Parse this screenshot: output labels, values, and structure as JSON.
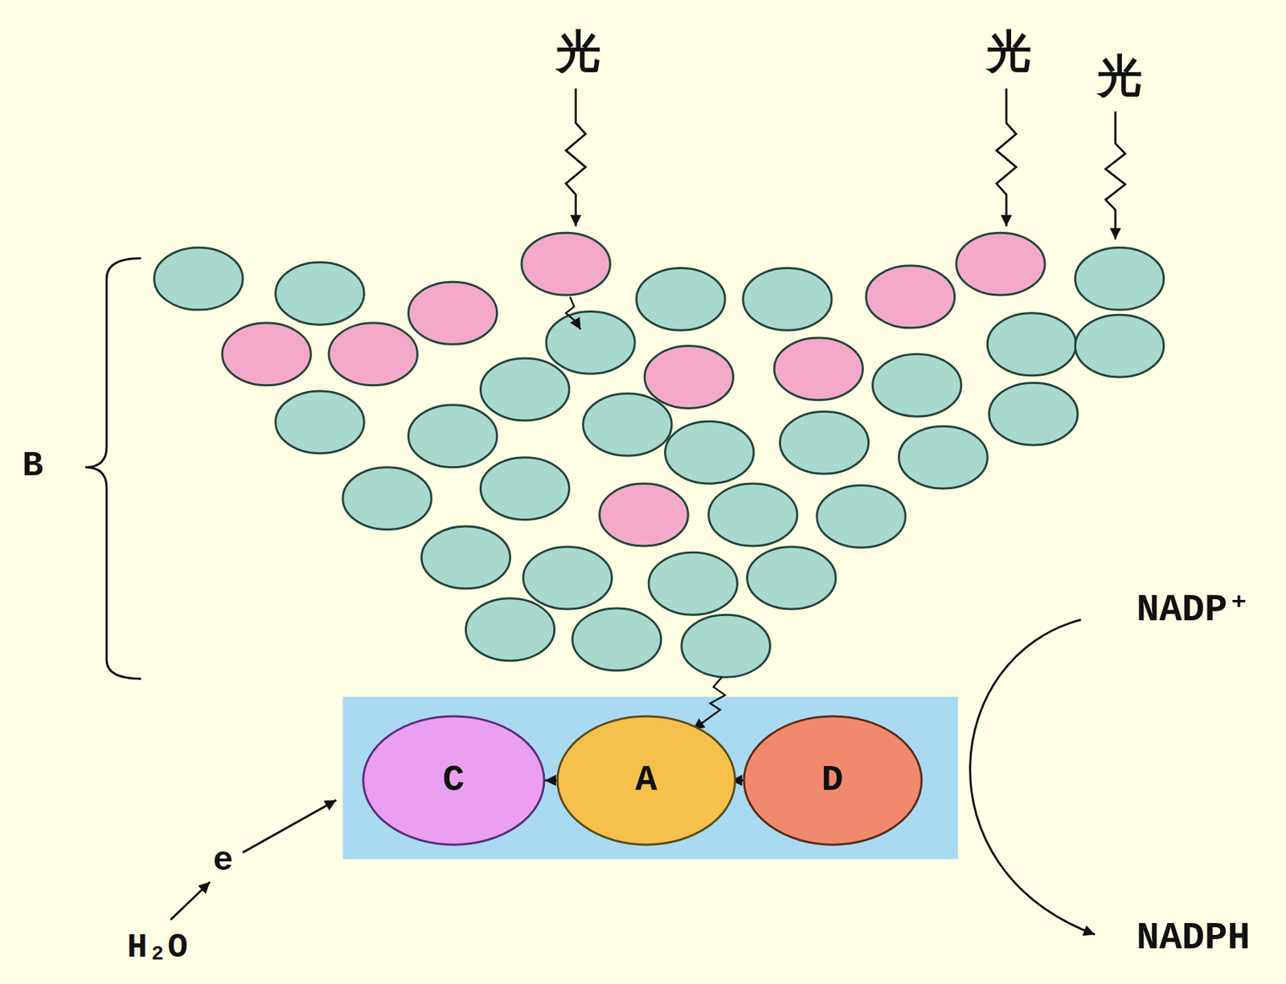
{
  "diagram": {
    "nodes": [
      {
        "text": [
          "C"
        ]
      },
      {
        "text": [
          "A"
        ]
      },
      {
        "text": [
          "D"
        ]
      }
    ],
    "edges": [
      {
        "from": 0,
        "to": 1,
        "arrow": "to"
      },
      {
        "from": 1,
        "to": 2,
        "arrow": "to"
      }
    ],
    "labels": [
      "光",
      "光",
      "光",
      "B",
      "e",
      "H₂O",
      "NADP⁺",
      "NADPH"
    ]
  }
}
